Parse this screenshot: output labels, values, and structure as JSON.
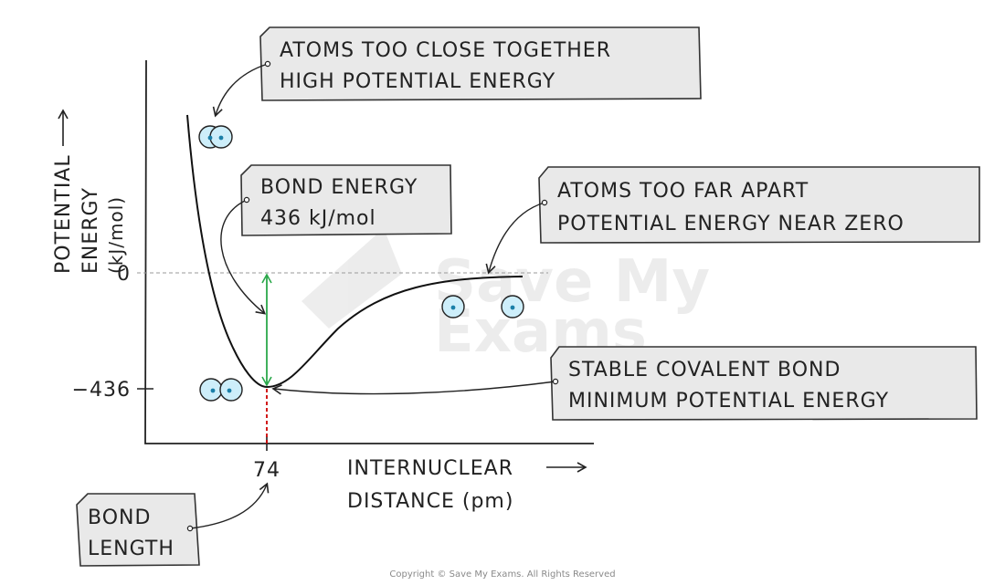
{
  "axes": {
    "y_label_line1": "POTENTIAL",
    "y_label_line2": "ENERGY",
    "y_label_line3": "(kJ/mol)",
    "x_label_line1": "INTERNUCLEAR",
    "x_label_line2": "DISTANCE (pm)",
    "y_ticks": [
      "0",
      "−436"
    ],
    "x_tick": "74",
    "x_arrow": "→",
    "y_arrow": "→"
  },
  "callouts": {
    "too_close": {
      "line1": "ATOMS TOO CLOSE TOGETHER",
      "line2": "HIGH POTENTIAL ENERGY"
    },
    "bond_energy": {
      "line1": "BOND ENERGY",
      "line2": "436 kJ/mol"
    },
    "too_far": {
      "line1": "ATOMS TOO FAR APART",
      "line2": "POTENTIAL ENERGY NEAR ZERO"
    },
    "stable": {
      "line1": "STABLE COVALENT BOND",
      "line2": "MINIMUM POTENTIAL ENERGY"
    },
    "bond_length": {
      "line1": "BOND",
      "line2": "LENGTH"
    }
  },
  "watermark": {
    "line1": "Save My",
    "line2": "Exams"
  },
  "copyright": "Copyright © Save My Exams. All Rights Reserved",
  "colors": {
    "curve": "#111111",
    "bond_energy_arrow": "#2aa84a",
    "bond_length_line": "#cc0000",
    "atom_fill": "#cdeefa",
    "atom_nucleus": "#1a7fa8",
    "callout_fill": "#e9e9e9",
    "zero_line": "#9a9a9a"
  }
}
